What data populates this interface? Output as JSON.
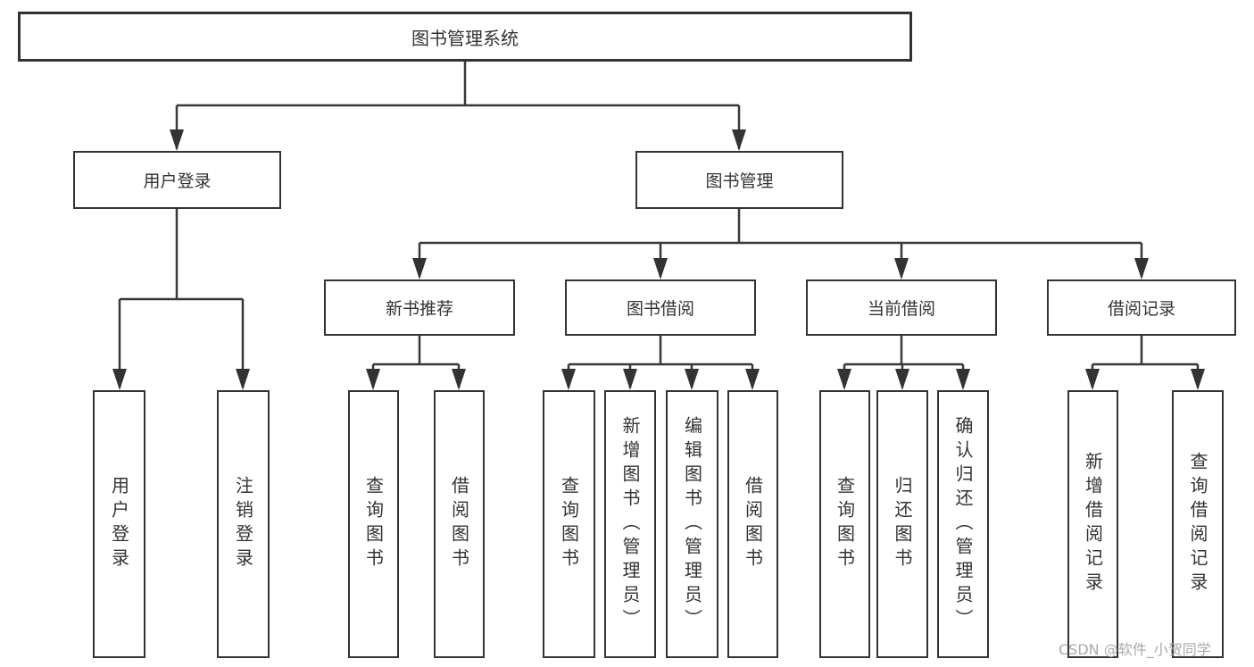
{
  "diagram_title": "图书管理系统",
  "tree": {
    "label": "图书管理系统",
    "children": [
      {
        "label": "用户登录",
        "children": [
          {
            "label": "用户登录"
          },
          {
            "label": "注销登录"
          }
        ]
      },
      {
        "label": "图书管理",
        "children": [
          {
            "label": "新书推荐",
            "children": [
              {
                "label": "查询图书"
              },
              {
                "label": "借阅图书"
              }
            ]
          },
          {
            "label": "图书借阅",
            "children": [
              {
                "label": "查询图书"
              },
              {
                "label": "新增图书（管理员）"
              },
              {
                "label": "编辑图书（管理员）"
              },
              {
                "label": "借阅图书"
              }
            ]
          },
          {
            "label": "当前借阅",
            "children": [
              {
                "label": "查询图书"
              },
              {
                "label": "归还图书"
              },
              {
                "label": "确认归还（管理员）"
              }
            ]
          },
          {
            "label": "借阅记录",
            "children": [
              {
                "label": "新增借阅记录"
              },
              {
                "label": "查询借阅记录"
              }
            ]
          }
        ]
      }
    ]
  },
  "watermark": {
    "text": "CSDN @软件_小贺同学"
  },
  "colors": {
    "background": "#ffffff",
    "box_border": "#333333",
    "box_fill": "#ffffff",
    "connector_line": "#383838",
    "text": "#333333",
    "watermark_text": "#a9a9a9"
  }
}
